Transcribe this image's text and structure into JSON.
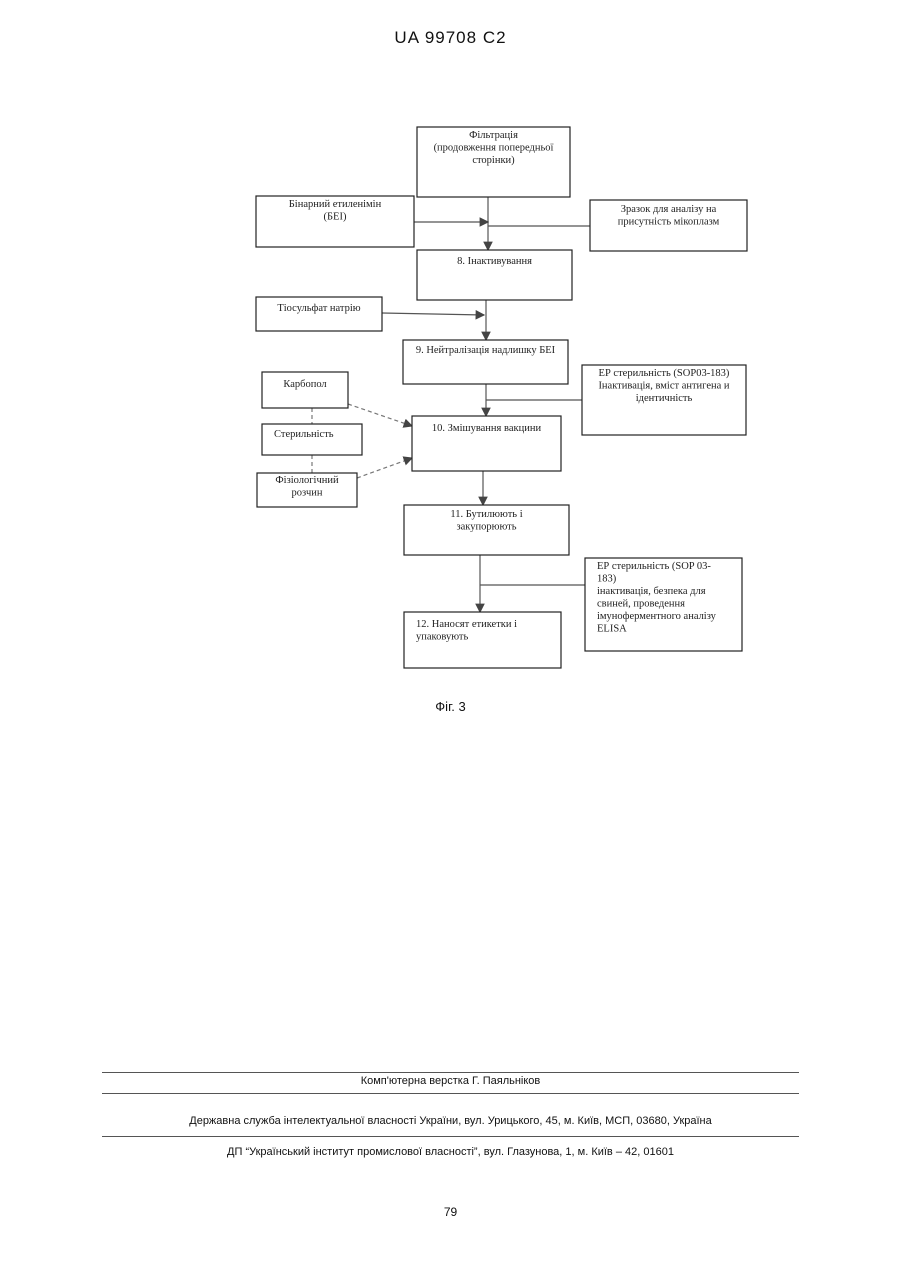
{
  "header": {
    "patent_id": "UA   99708   C2"
  },
  "diagram": {
    "nodes": [
      {
        "id": "filtration",
        "lines": [
          "Фільтрація",
          "(продовження попередньої",
          "сторінки)"
        ]
      },
      {
        "id": "bei",
        "lines": [
          "Бінарний етиленімін",
          "(БЕІ)"
        ]
      },
      {
        "id": "mycoplasma-sample",
        "lines": [
          "Зразок для аналізу  на",
          "присутність мікоплазм"
        ]
      },
      {
        "id": "inactivation",
        "lines": [
          "8. Інактивування"
        ]
      },
      {
        "id": "sodium-thiosulfate",
        "lines": [
          "Тіосульфат натрію"
        ]
      },
      {
        "id": "neutralization",
        "lines": [
          "9. Нейтралізація надлишку БЕІ"
        ]
      },
      {
        "id": "ep-sterility-1",
        "lines": [
          "ЕР стерильність (SOP03-183)",
          "Інактивація, вміст антигена и",
          "ідентичність"
        ]
      },
      {
        "id": "carbopol",
        "lines": [
          "Карбопол"
        ]
      },
      {
        "id": "sterility",
        "lines": [
          "Стерильність"
        ]
      },
      {
        "id": "vaccine-mixing",
        "lines": [
          "10. Змішування вакцини"
        ]
      },
      {
        "id": "saline",
        "lines": [
          "Фізіологічний",
          "розчин"
        ]
      },
      {
        "id": "bottling",
        "lines": [
          "11. Бутилюють і",
          "закупорюють"
        ]
      },
      {
        "id": "ep-sterility-2",
        "lines": [
          "ЕР стерильність (SOP 03-",
          "183)",
          "інактивація, безпека для",
          "свиней, проведення",
          "імуноферментного аналізу",
          "ELISA"
        ]
      },
      {
        "id": "labeling",
        "lines": [
          "12. Наносят етикетки і",
          "упаковують"
        ]
      }
    ],
    "caption": "Фіг. 3"
  },
  "footer": {
    "layout_credit": "Комп'ютерна верстка Г. Паяльніков",
    "agency": "Державна служба інтелектуальної власності України, вул. Урицького, 45, м. Київ, МСП, 03680, Україна",
    "institute": "ДП “Український інститут промислової власності”, вул. Глазунова, 1, м. Київ – 42, 01601"
  },
  "page_number": "79"
}
